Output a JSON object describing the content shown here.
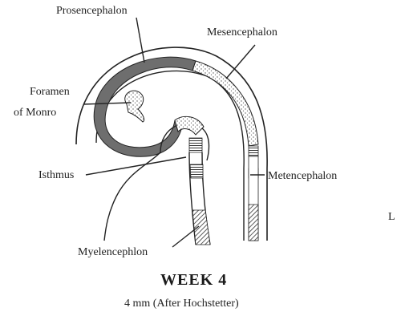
{
  "labels": {
    "prosencephalon": "Prosencephalon",
    "mesencephalon": "Mesencephalon",
    "foramen_line1": "Foramen",
    "foramen_line2": "of Monro",
    "isthmus": "Isthmus",
    "metencephalon": "Metencephalon",
    "myelencephlon": "Myelencephlon",
    "edge_fragment": "L"
  },
  "title": "WEEK 4",
  "caption": "4 mm (After Hochstetter)",
  "colors": {
    "ink": "#222222",
    "prosencephalon_fill": "#6e6e6e",
    "stipple": "#555555",
    "background": "#ffffff"
  }
}
